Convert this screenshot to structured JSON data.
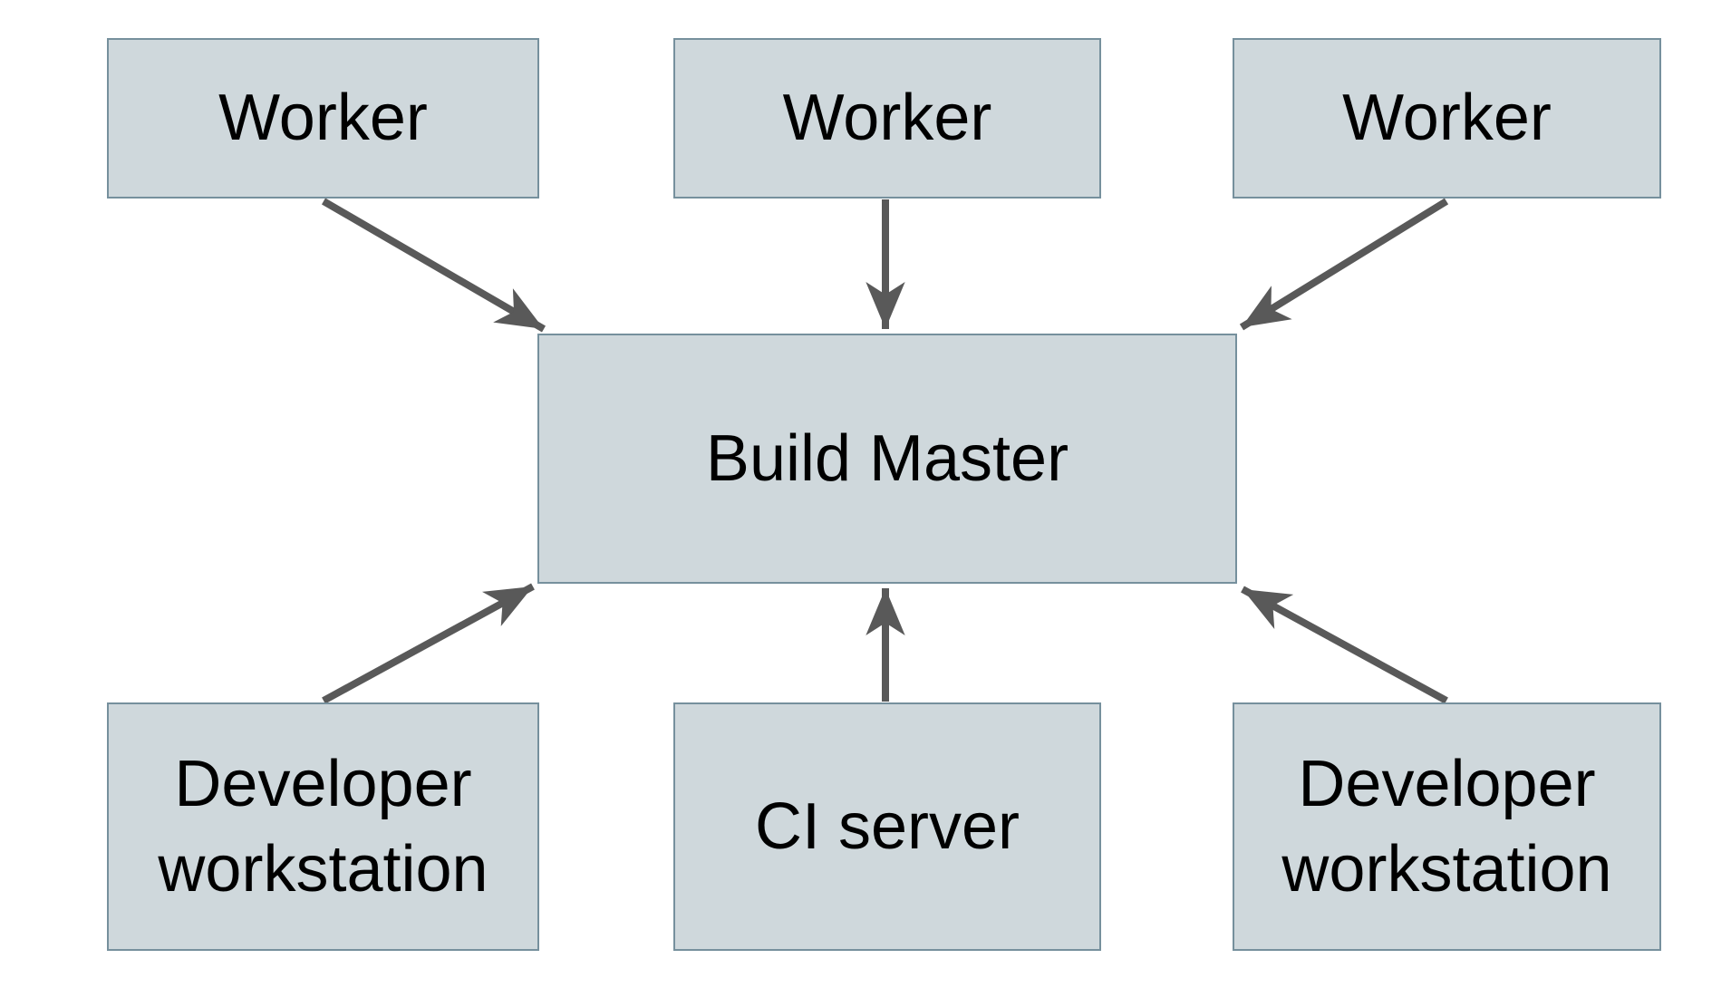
{
  "diagram": {
    "nodes": {
      "worker_top_left": {
        "label": "Worker"
      },
      "worker_top_center": {
        "label": "Worker"
      },
      "worker_top_right": {
        "label": "Worker"
      },
      "build_master": {
        "label": "Build Master"
      },
      "developer_workstation_left": {
        "label": "Developer workstation"
      },
      "ci_server": {
        "label": "CI server"
      },
      "developer_workstation_right": {
        "label": "Developer workstation"
      }
    },
    "edges": [
      {
        "from": "worker_top_left",
        "to": "build_master"
      },
      {
        "from": "worker_top_center",
        "to": "build_master"
      },
      {
        "from": "worker_top_right",
        "to": "build_master"
      },
      {
        "from": "developer_workstation_left",
        "to": "build_master"
      },
      {
        "from": "ci_server",
        "to": "build_master"
      },
      {
        "from": "developer_workstation_right",
        "to": "build_master"
      }
    ],
    "colors": {
      "node_fill": "#cfd8dc",
      "node_border": "#76909d",
      "arrow": "#595959",
      "text": "#000000",
      "background": "#ffffff"
    }
  }
}
